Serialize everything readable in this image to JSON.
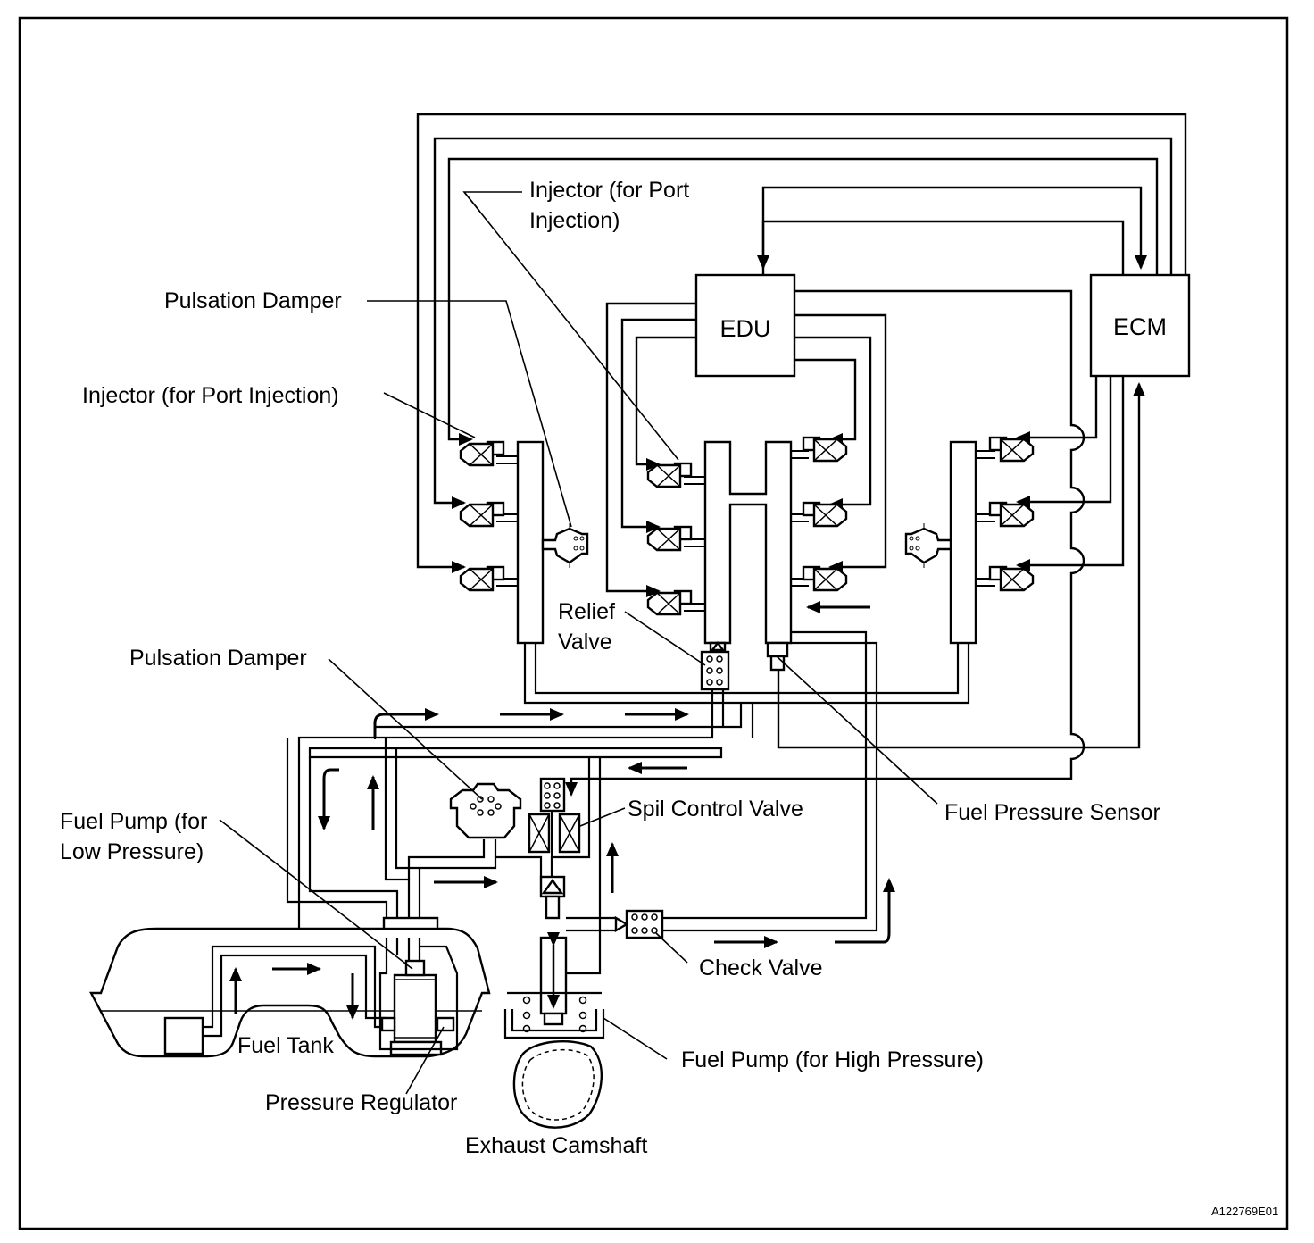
{
  "labels": {
    "injector_port_top_l1": "Injector (for Port",
    "injector_port_top_l2": "Injection)",
    "pulsation_damper_top": "Pulsation Damper",
    "injector_port_left": "Injector (for Port Injection)",
    "edu": "EDU",
    "ecm": "ECM",
    "relief_valve_l1": "Relief",
    "relief_valve_l2": "Valve",
    "pulsation_damper_mid": "Pulsation Damper",
    "spill_control_valve": "Spil Control Valve",
    "fuel_pressure_sensor": "Fuel Pressure Sensor",
    "fuel_pump_low_l1": "Fuel Pump (for",
    "fuel_pump_low_l2": "Low Pressure)",
    "check_valve": "Check Valve",
    "fuel_tank": "Fuel Tank",
    "pressure_regulator": "Pressure Regulator",
    "fuel_pump_high": "Fuel Pump (for High Pressure)",
    "exhaust_camshaft": "Exhaust Camshaft",
    "figure_code": "A122769E01"
  }
}
